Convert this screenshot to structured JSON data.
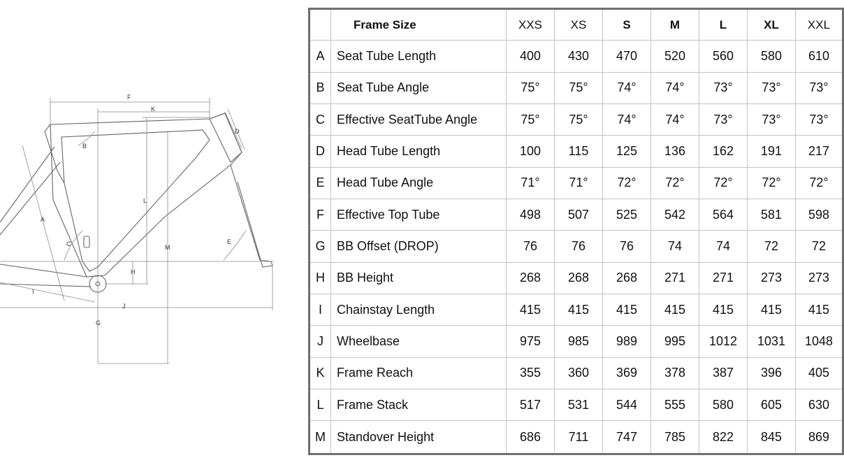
{
  "diagram": {
    "labels": {
      "A": "A",
      "B": "B",
      "C": "C",
      "D": "D",
      "E": "E",
      "F": "F",
      "G": "G",
      "H": "H",
      "I": "I",
      "J": "J",
      "K": "K",
      "L": "L",
      "M": "M"
    }
  },
  "table": {
    "header_label": "Frame Size",
    "sizes": [
      "XXS",
      "XS",
      "S",
      "M",
      "L",
      "XL",
      "XXL"
    ],
    "bold_sizes": [
      "S",
      "M",
      "L",
      "XL"
    ],
    "rows": [
      {
        "code": "A",
        "name": "Seat Tube Length",
        "values": [
          "400",
          "430",
          "470",
          "520",
          "560",
          "580",
          "610"
        ]
      },
      {
        "code": "B",
        "name": "Seat Tube Angle",
        "values": [
          "75°",
          "75°",
          "74°",
          "74°",
          "73°",
          "73°",
          "73°"
        ]
      },
      {
        "code": "C",
        "name": "Effective SeatTube Angle",
        "values": [
          "75°",
          "75°",
          "74°",
          "74°",
          "73°",
          "73°",
          "73°"
        ]
      },
      {
        "code": "D",
        "name": "Head Tube Length",
        "values": [
          "100",
          "115",
          "125",
          "136",
          "162",
          "191",
          "217"
        ]
      },
      {
        "code": "E",
        "name": "Head Tube Angle",
        "values": [
          "71°",
          "71°",
          "72°",
          "72°",
          "72°",
          "72°",
          "72°"
        ]
      },
      {
        "code": "F",
        "name": "Effective Top Tube",
        "values": [
          "498",
          "507",
          "525",
          "542",
          "564",
          "581",
          "598"
        ]
      },
      {
        "code": "G",
        "name": "BB Offset  (DROP)",
        "values": [
          "76",
          "76",
          "76",
          "74",
          "74",
          "72",
          "72"
        ]
      },
      {
        "code": "H",
        "name": "BB Height",
        "values": [
          "268",
          "268",
          "268",
          "271",
          "271",
          "273",
          "273"
        ]
      },
      {
        "code": "I",
        "name": "Chainstay Length",
        "values": [
          "415",
          "415",
          "415",
          "415",
          "415",
          "415",
          "415"
        ]
      },
      {
        "code": "J",
        "name": "Wheelbase",
        "values": [
          "975",
          "985",
          "989",
          "995",
          "1012",
          "1031",
          "1048"
        ]
      },
      {
        "code": "K",
        "name": "Frame Reach",
        "values": [
          "355",
          "360",
          "369",
          "378",
          "387",
          "396",
          "405"
        ]
      },
      {
        "code": "L",
        "name": "Frame Stack",
        "values": [
          "517",
          "531",
          "544",
          "555",
          "580",
          "605",
          "630"
        ]
      },
      {
        "code": "M",
        "name": "Standover Height",
        "values": [
          "686",
          "711",
          "747",
          "785",
          "822",
          "845",
          "869"
        ]
      }
    ]
  }
}
